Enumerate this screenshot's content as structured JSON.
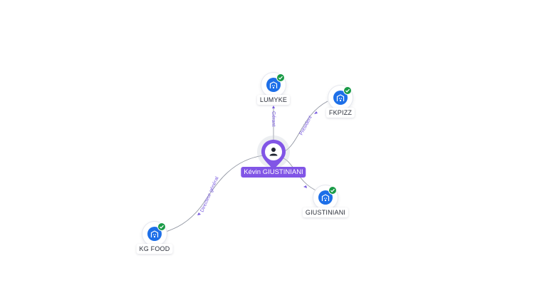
{
  "center_person": {
    "name": "Kévin GIUSTINIANI",
    "icon": "user-icon",
    "accent": "#8155e6"
  },
  "companies": [
    {
      "key": "lumyke",
      "name": "LUMYKE",
      "role": "Gérant",
      "verified": true,
      "icon": "building-icon"
    },
    {
      "key": "fkpizz",
      "name": "FKPIZZ",
      "role": "Président",
      "verified": true,
      "icon": "building-icon"
    },
    {
      "key": "giustiniani",
      "name": "GIUSTINIANI",
      "role": "",
      "verified": true,
      "icon": "building-icon"
    },
    {
      "key": "kgfood",
      "name": "KG FOOD",
      "role": "Directeur général",
      "verified": true,
      "icon": "building-icon"
    }
  ],
  "colors": {
    "company_icon": "#1d6fe8",
    "verified_badge": "#1a9b47",
    "edge": "#8a8f9c",
    "edge_label": "#7a5ce0"
  }
}
